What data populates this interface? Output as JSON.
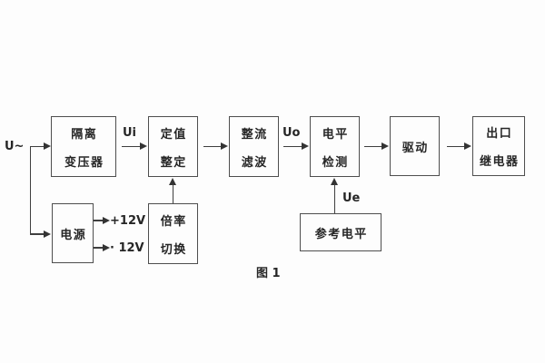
{
  "diagram": {
    "caption": "图 1",
    "blocks": {
      "isolation": {
        "line1": "隔离",
        "line2": "变压器"
      },
      "setting": {
        "line1": "定值",
        "line2": "整定"
      },
      "rectifier": {
        "line1": "整流",
        "line2": "滤波"
      },
      "level_detect": {
        "line1": "电平",
        "line2": "检测"
      },
      "drive": {
        "label": "驱动"
      },
      "output_relay": {
        "line1": "出口",
        "line2": "继电器"
      },
      "power": {
        "label": "电源"
      },
      "ratio_switch": {
        "line1": "倍率",
        "line2": "切换"
      },
      "reference": {
        "label": "参考电平"
      }
    },
    "signals": {
      "input": "U~",
      "ui": "Ui",
      "uo": "Uo",
      "ue": "Ue",
      "rail_pos": "+12V",
      "rail_neg": "· 12V"
    },
    "colors": {
      "line": "#3f3f3f",
      "text": "#262626",
      "background": "#fdfdfd"
    }
  }
}
